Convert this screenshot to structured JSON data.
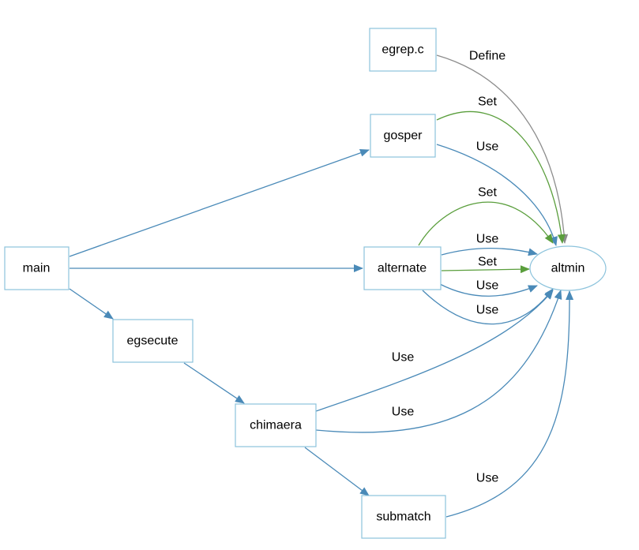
{
  "colors": {
    "call_edge": "#4a8ab8",
    "use_edge": "#4a8ab8",
    "set_edge": "#5a9e3c",
    "define_edge": "#8c8c8c",
    "node_border": "#8cc3dc"
  },
  "nodes": {
    "egrep_c": "egrep.c",
    "gosper": "gosper",
    "main": "main",
    "alternate": "alternate",
    "altmin": "altmin",
    "egsecute": "egsecute",
    "chimaera": "chimaera",
    "submatch": "submatch"
  },
  "edges": [
    {
      "from": "main",
      "to": "gosper",
      "kind": "call",
      "label": ""
    },
    {
      "from": "main",
      "to": "alternate",
      "kind": "call",
      "label": ""
    },
    {
      "from": "main",
      "to": "egsecute",
      "kind": "call",
      "label": ""
    },
    {
      "from": "egsecute",
      "to": "chimaera",
      "kind": "call",
      "label": ""
    },
    {
      "from": "chimaera",
      "to": "submatch",
      "kind": "call",
      "label": ""
    },
    {
      "from": "egrep_c",
      "to": "altmin",
      "kind": "define",
      "label": "Define"
    },
    {
      "from": "gosper",
      "to": "altmin",
      "kind": "set",
      "label": "Set"
    },
    {
      "from": "gosper",
      "to": "altmin",
      "kind": "use",
      "label": "Use"
    },
    {
      "from": "alternate",
      "to": "altmin",
      "kind": "set",
      "label": "Set"
    },
    {
      "from": "alternate",
      "to": "altmin",
      "kind": "use",
      "label": "Use"
    },
    {
      "from": "alternate",
      "to": "altmin",
      "kind": "set",
      "label": "Set"
    },
    {
      "from": "alternate",
      "to": "altmin",
      "kind": "use",
      "label": "Use"
    },
    {
      "from": "alternate",
      "to": "altmin",
      "kind": "use",
      "label": "Use"
    },
    {
      "from": "chimaera",
      "to": "altmin",
      "kind": "use",
      "label": "Use"
    },
    {
      "from": "chimaera",
      "to": "altmin",
      "kind": "use",
      "label": "Use"
    },
    {
      "from": "submatch",
      "to": "altmin",
      "kind": "use",
      "label": "Use"
    }
  ]
}
